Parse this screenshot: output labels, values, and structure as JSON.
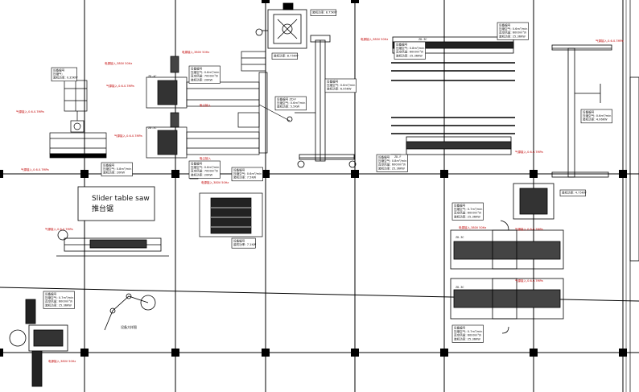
{
  "title_box": {
    "en": "Slider table saw",
    "zh": "推台锯"
  },
  "col_label": "设备大样图",
  "callouts": [
    {
      "id": "c1",
      "lines": [
        "设备编号",
        "压缩气:",
        "装机功率: 0.35KW"
      ]
    },
    {
      "id": "c2",
      "lines": [
        "设备编号",
        "压缩空气: 0.6m³/min",
        "真空风量: 7000m³/h",
        "装机功率: 20KW"
      ]
    },
    {
      "id": "c3",
      "lines": [
        "设备编号",
        "压缩空气: 0.6m³/min",
        "真空风量: 7000m³/h",
        "装机功率: 20KW"
      ]
    },
    {
      "id": "c4",
      "lines": [
        "装机功率: 8.75KW"
      ]
    },
    {
      "id": "c5",
      "lines": [
        "装机功率: 8.75KW"
      ]
    },
    {
      "id": "c6",
      "lines": [
        "设备编号",
        "压缩空气: 0.6m³/min",
        "装机功率: 7.5KW"
      ]
    },
    {
      "id": "c7",
      "lines": [
        "设备编号 ZD-F",
        "压缩空气: 0.6m³/min",
        "装机功率: 5.5KW"
      ]
    },
    {
      "id": "c8",
      "lines": [
        "设备编号",
        "压缩空气: 0.8m³/min",
        "装机功率: 20KW"
      ]
    },
    {
      "id": "c9",
      "lines": [
        "设备编号",
        "压缩空气: 0.8m³/min",
        "真空风量: 6000m³/h",
        "装机功率: 25.36KW"
      ]
    },
    {
      "id": "c10",
      "lines": [
        "设备编号",
        "压缩空气: 0.8m³/min",
        "真空风量: 6000m³/h",
        "装机功率: 25.36KW"
      ]
    },
    {
      "id": "c11",
      "lines": [
        "设备编号",
        "压缩空气: 0.6m³/min",
        "装机功率: 6.95KW"
      ]
    },
    {
      "id": "c12",
      "lines": [
        "设备编号",
        "压缩空气: 0.6m³/min",
        "真空风量: 6000m³/h",
        "装机功率: 25.36KW"
      ]
    },
    {
      "id": "c13",
      "lines": [
        "装机功率: 4.75KW"
      ]
    },
    {
      "id": "c14",
      "lines": [
        "设备编号",
        "压缩空气: 0.7m³/min",
        "真空风量: 6000m³/h",
        "装机功率: 25.36KW"
      ]
    },
    {
      "id": "c15",
      "lines": [
        "设备编号",
        "压缩空气: 0.7m³/min",
        "真空风量: 6000m³/h",
        "装机功率: 25.36KW"
      ]
    },
    {
      "id": "c16",
      "lines": [
        "设备编号",
        "装机功率: 7.1KW"
      ]
    },
    {
      "id": "c17",
      "lines": [
        "设备编号",
        "压缩空气: 0.7m³/min",
        "真空风量: 6000m³/h",
        "装机功率: 25.36KW"
      ]
    },
    {
      "id": "c18",
      "lines": [
        "设备编号",
        "压缩空气: 0.6m³/min",
        "装机功率: 4.06KW"
      ]
    }
  ],
  "note_air": "气源接入,0.6-0.7MPa",
  "note_power": "电源接入,380V 50Hz",
  "note_vac": "吸尘接入",
  "tags": [
    "ZD-4C",
    "ZD-2C",
    "ZD-3C",
    "ZD-F"
  ]
}
